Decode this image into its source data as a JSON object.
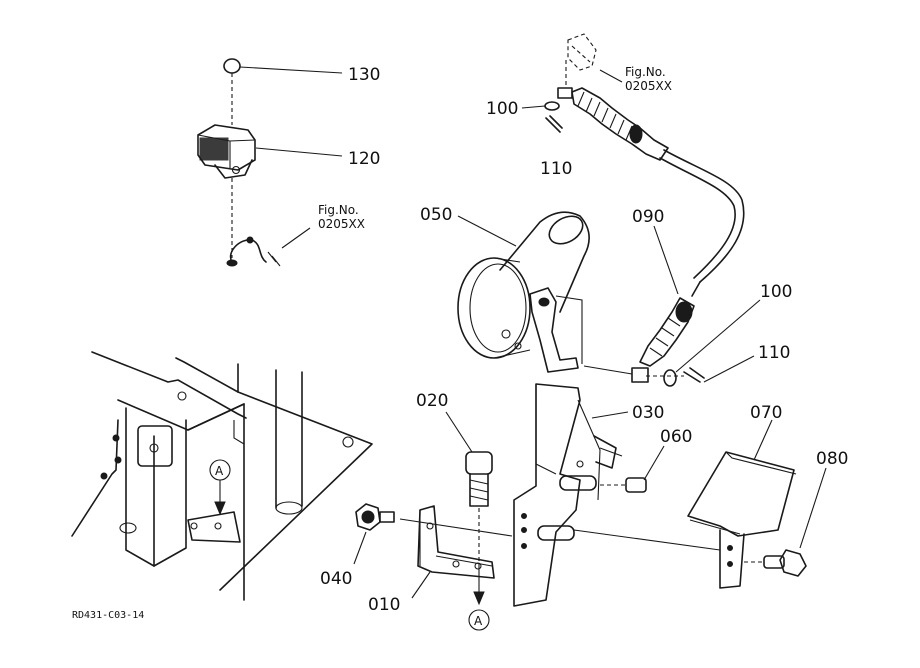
{
  "callouts": {
    "p130": "130",
    "p120": "120",
    "p100_top": "100",
    "p110_top": "110",
    "p050": "050",
    "p090": "090",
    "p100_right": "100",
    "p110_right": "110",
    "p020": "020",
    "p030": "030",
    "p060": "060",
    "p070": "070",
    "p080": "080",
    "p040": "040",
    "p010": "010"
  },
  "fig_refs": {
    "left_line1": "Fig.No.",
    "left_line2": "0205XX",
    "top_line1": "Fig.No.",
    "top_line2": "0205XX"
  },
  "ref_marker_a": "A",
  "drawing_code": "RD431-C03-14"
}
